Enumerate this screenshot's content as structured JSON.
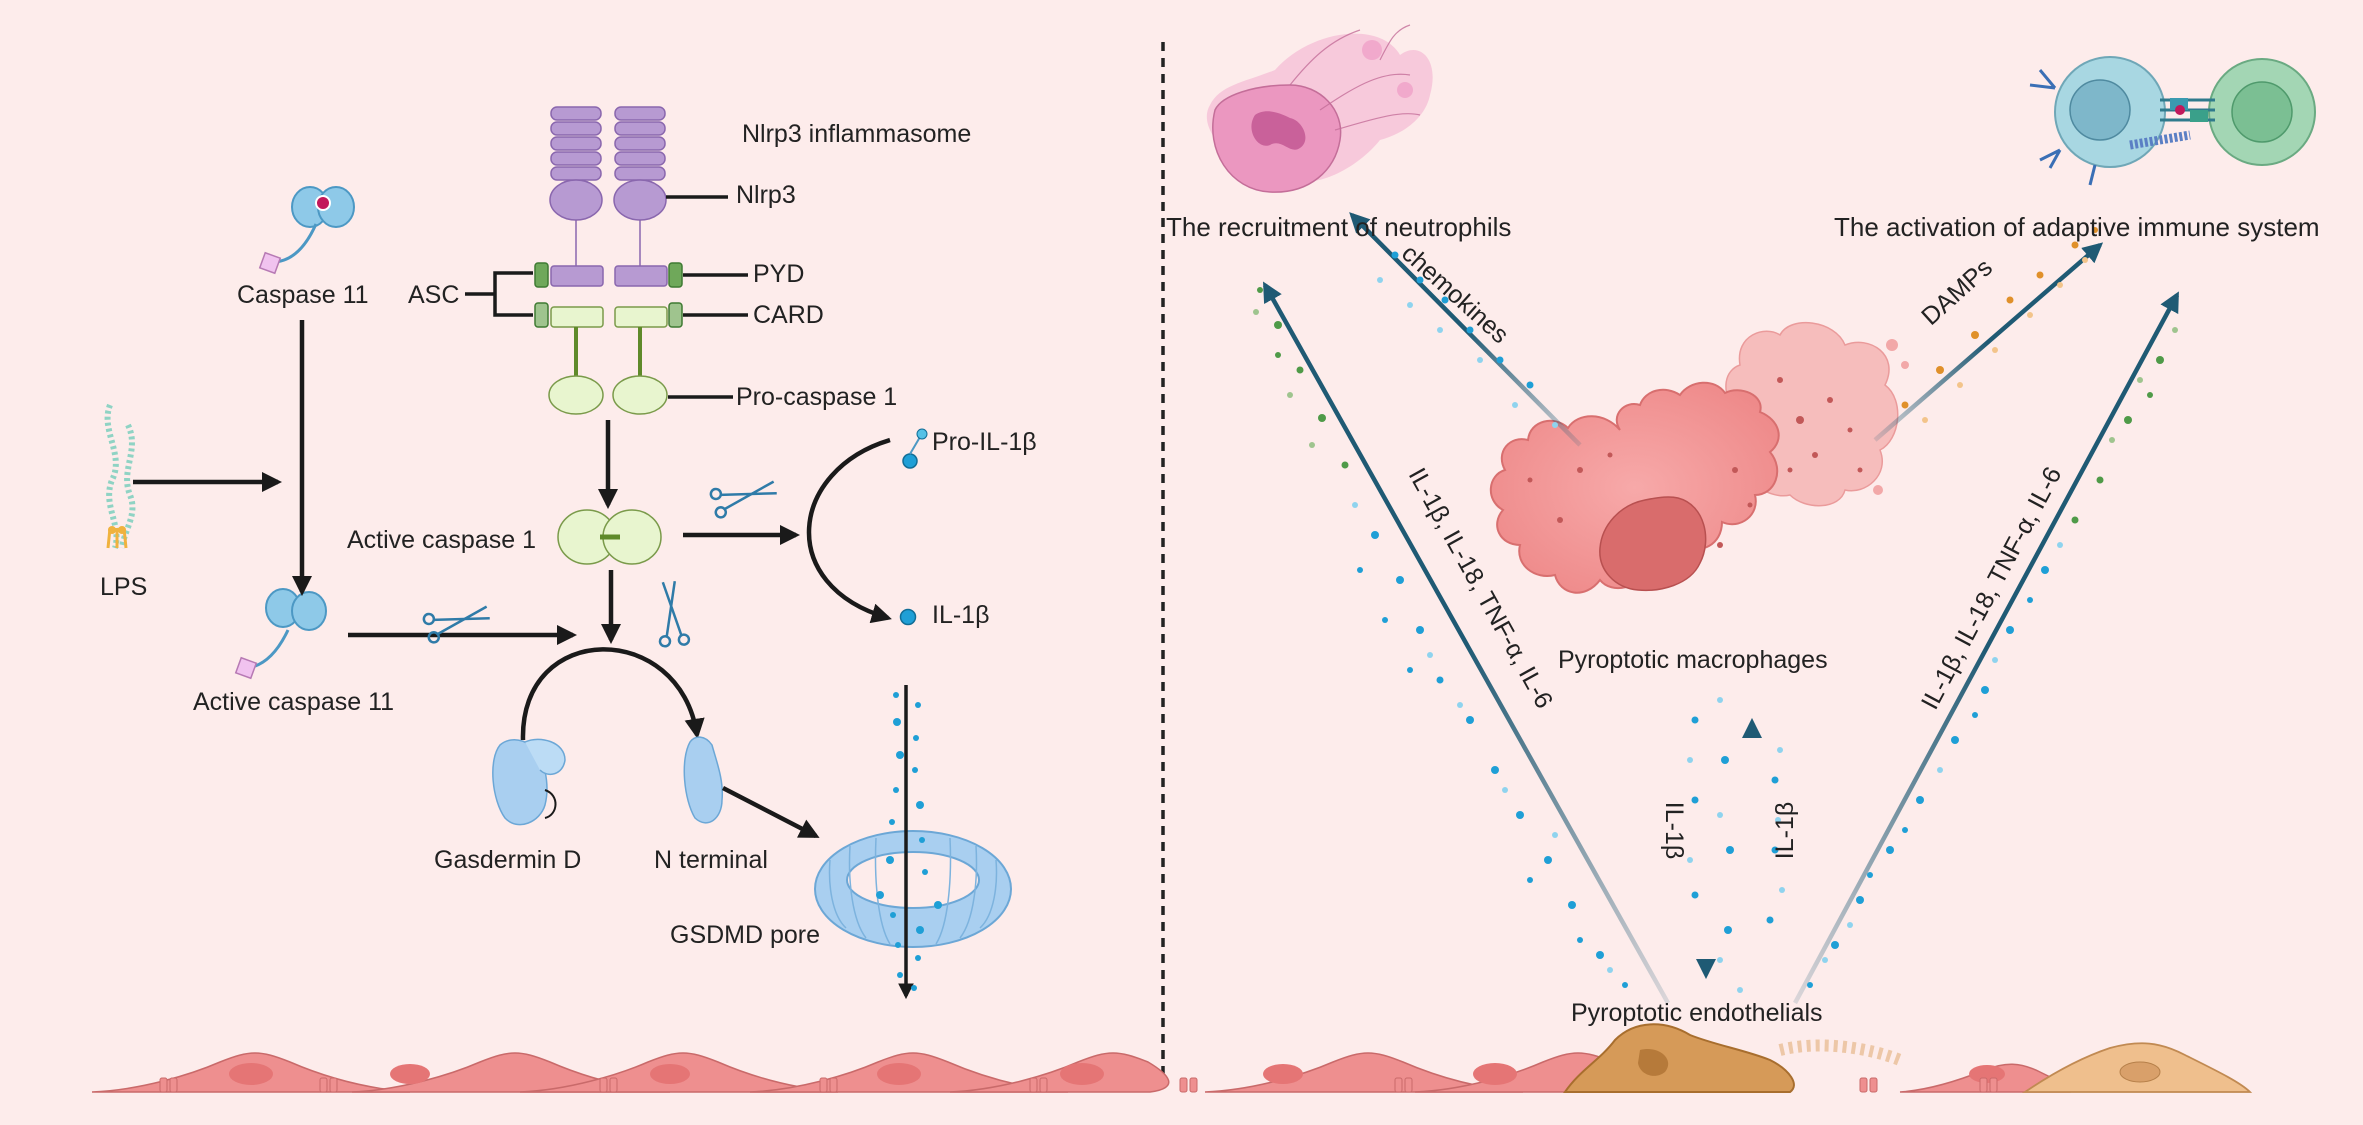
{
  "left_panel": {
    "caspase11": "Caspase 11",
    "lps": "LPS",
    "active_caspase11": "Active caspase 11",
    "nlrp3_inflammasome": "Nlrp3 inflammasome",
    "nlrp3": "Nlrp3",
    "asc": "ASC",
    "pyd": "PYD",
    "card": "CARD",
    "pro_caspase1": "Pro-caspase 1",
    "active_caspase1": "Active caspase 1",
    "pro_il1b": "Pro-IL-1β",
    "il1b": "IL-1β",
    "gasdermin_d": "Gasdermin D",
    "n_terminal": "N terminal",
    "gsdmd_pore": "GSDMD pore"
  },
  "right_panel": {
    "neutrophils_title": "The recruitment of neutrophils",
    "adaptive_title": "The activation of adaptive immune system",
    "chemokines": "chemokines",
    "damps": "DAMPs",
    "macrophages": "Pyroptotic macrophages",
    "endothelials": "Pyroptotic endothelials",
    "cytokines_left": "IL-1β, IL-18, TNF-α, IL-6",
    "cytokines_right": "IL-1β, IL-18, TNF-α, IL-6",
    "il1b_down": "IL-1β",
    "il1b_up": "IL-1β"
  },
  "colors": {
    "background": "#fdeceb",
    "arrow_dark": "#1a1a1a",
    "arrow_teal": "#1f5a74",
    "nlrp3_purple": "#b79ad2",
    "card_green": "#6fa85a",
    "procaspase": "#e8f5cf",
    "gasdermin": "#a9cff0",
    "dot_blue": "#1f9fd6",
    "dot_green": "#4f9a48",
    "dot_orange": "#e0902a",
    "cell_pink": "#ee8f8f",
    "endothelial_brown": "#d69a58"
  },
  "icons": [
    "scissors-icon",
    "lps-molecule-icon",
    "neutrophil-icon",
    "lymphocyte-pair-icon",
    "macrophage-icon"
  ]
}
